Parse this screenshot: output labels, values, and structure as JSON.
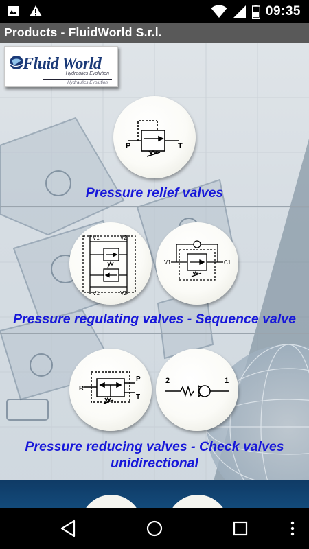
{
  "status_bar": {
    "time": "09:35",
    "icons": [
      "image-icon",
      "warning-icon",
      "wifi-icon",
      "signal-icon",
      "battery-icon"
    ]
  },
  "app_bar": {
    "title": "Products - FluidWorld S.r.l."
  },
  "logo": {
    "brand": "Fluid World",
    "tagline": "Hydraulics Evolution",
    "tagline_secondary": "Hydraulics Evolution"
  },
  "sections": [
    {
      "label": "Pressure relief valves",
      "symbols": [
        {
          "icon": "pressure-relief-valve-icon",
          "port_left": "P",
          "port_right": "T"
        }
      ]
    },
    {
      "label": "Pressure regulating valves - Sequence valve",
      "symbols": [
        {
          "icon": "dual-pressure-regulating-valve-icon",
          "labels": [
            "V1",
            "V2",
            "V1",
            "V2"
          ]
        },
        {
          "icon": "sequence-valve-icon",
          "port_left": "V1",
          "port_right": "C1"
        }
      ]
    },
    {
      "label": "Pressure reducing valves - Check valves unidirectional",
      "symbols": [
        {
          "icon": "pressure-reducing-valve-icon",
          "port_left": "R",
          "port_right_top": "P",
          "port_right_bottom": "T"
        },
        {
          "icon": "check-valve-icon",
          "port_left": "2",
          "port_right": "1"
        }
      ]
    }
  ],
  "nav_bar": {
    "buttons": [
      "back-icon",
      "home-icon",
      "recents-icon",
      "overflow-menu-icon"
    ]
  },
  "colors": {
    "title_bar": "#595959",
    "label_text": "#1717d9",
    "footer_band": "#134a7a"
  }
}
